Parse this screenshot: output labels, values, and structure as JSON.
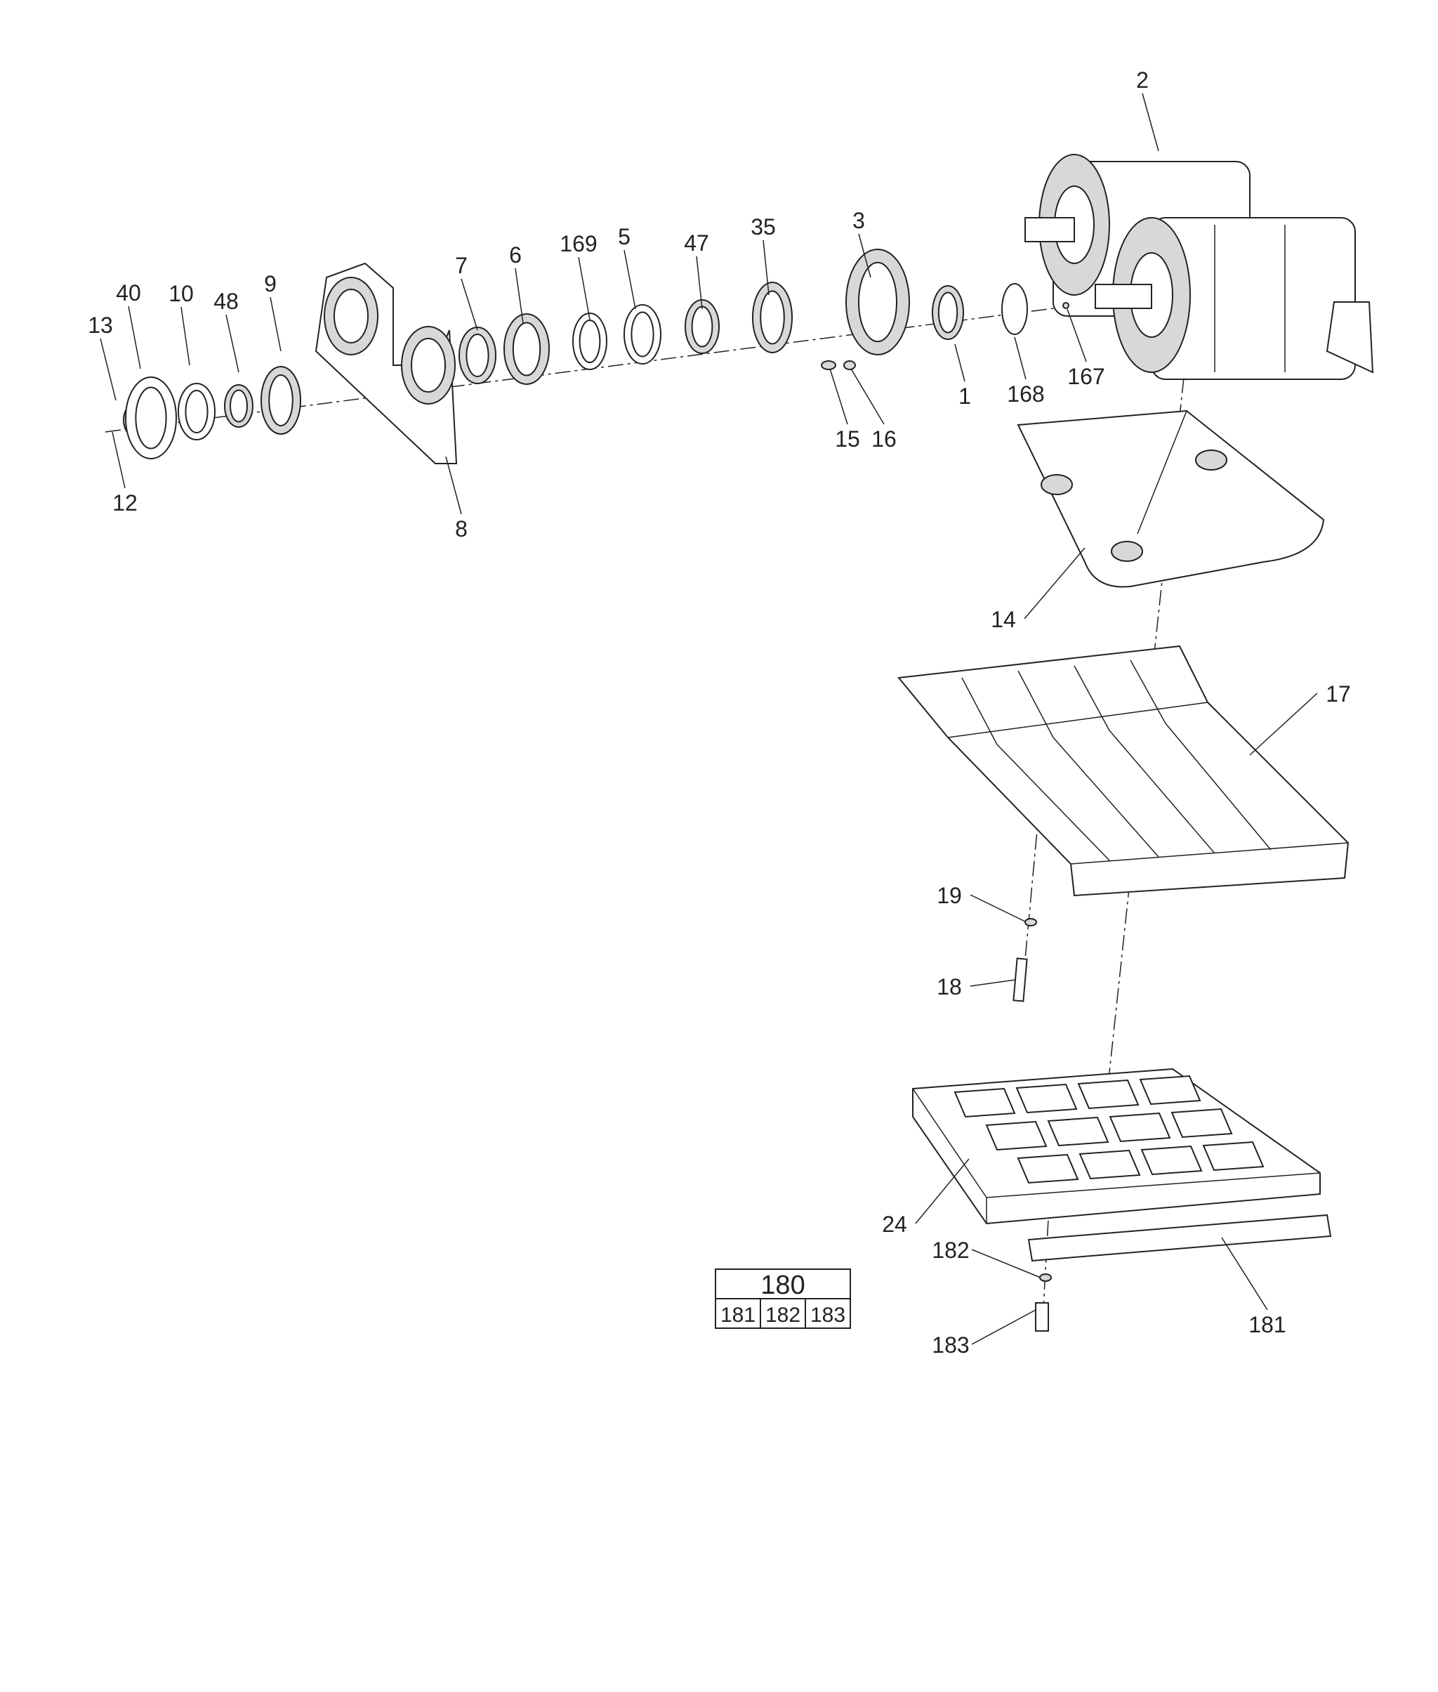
{
  "callouts": [
    "2",
    "3",
    "35",
    "47",
    "5",
    "169",
    "6",
    "7",
    "9",
    "48",
    "10",
    "40",
    "13",
    "12",
    "8",
    "15",
    "16",
    "1",
    "168",
    "167",
    "14",
    "17",
    "19",
    "18",
    "24",
    "182",
    "183",
    "181"
  ],
  "kit_table": {
    "kit": "180",
    "components": [
      "181",
      "182",
      "183"
    ]
  }
}
